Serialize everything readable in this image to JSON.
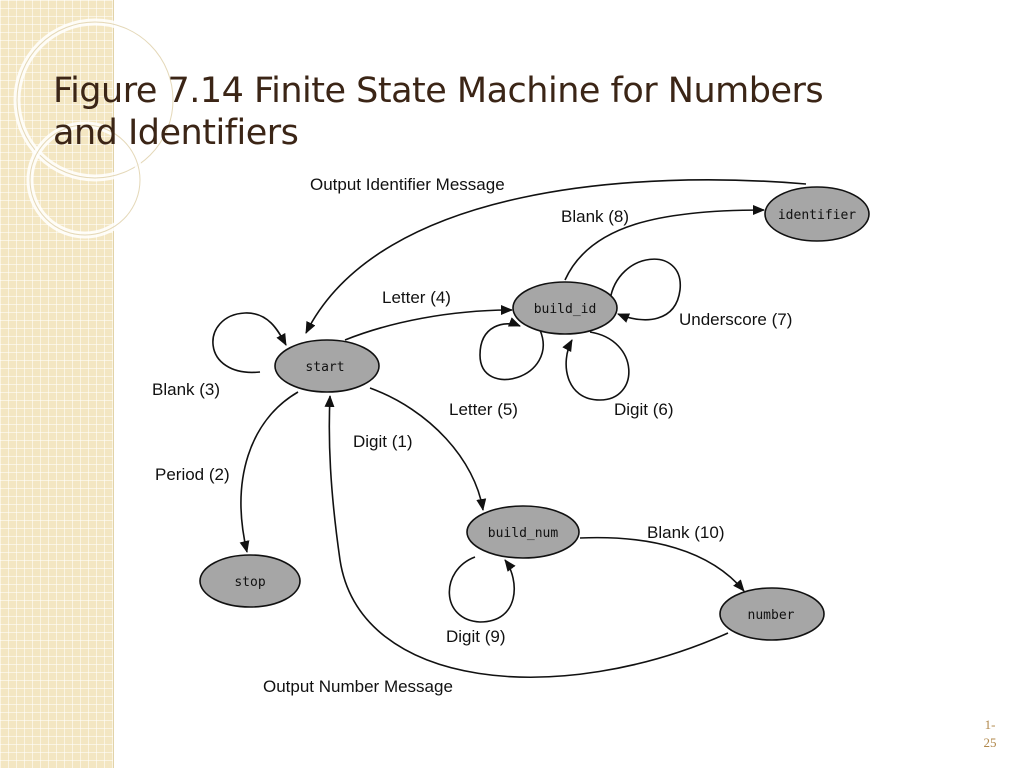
{
  "slide": {
    "title_line1": "Figure 7.14  Finite State Machine for Numbers",
    "title_line2": "and Identifiers",
    "number_line1": "1-",
    "number_line2": "25"
  },
  "diagram": {
    "states": {
      "start": "start",
      "build_id": "build_id",
      "identifier": "identifier",
      "build_num": "build_num",
      "number": "number",
      "stop": "stop"
    },
    "transitions": {
      "output_identifier": "Output Identifier Message",
      "blank_8": "Blank (8)",
      "letter_4": "Letter (4)",
      "underscore_7": "Underscore (7)",
      "blank_3": "Blank (3)",
      "letter_5": "Letter (5)",
      "digit_6": "Digit (6)",
      "digit_1": "Digit (1)",
      "period_2": "Period (2)",
      "blank_10": "Blank (10)",
      "digit_9": "Digit (9)",
      "output_number": "Output Number Message"
    }
  },
  "colors": {
    "state_fill": "#a6a6a6",
    "state_stroke": "#111111",
    "band": "#f3e6c2",
    "title": "#3b2516"
  }
}
